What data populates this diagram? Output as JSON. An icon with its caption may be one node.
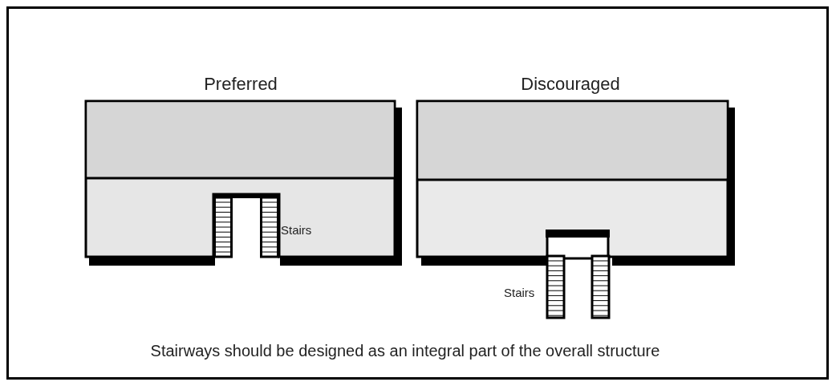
{
  "diagram": {
    "caption": "Stairways should be designed as an integral part of the overall structure",
    "labels": [
      "Preferred",
      "Discouraged",
      "Stairs",
      "Stairs"
    ]
  }
}
